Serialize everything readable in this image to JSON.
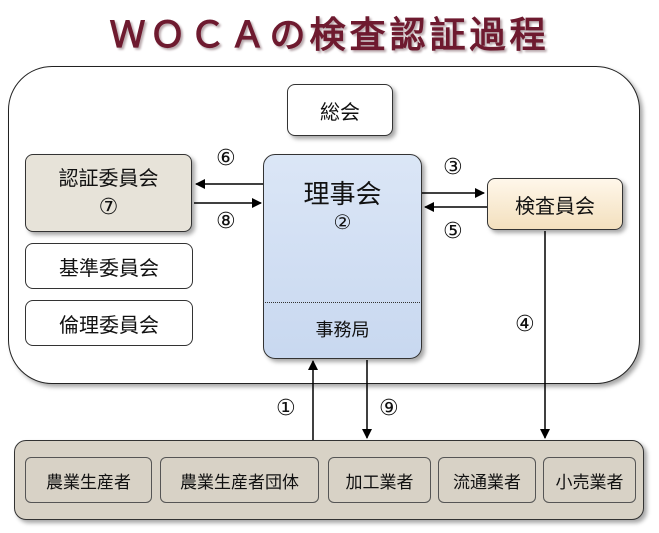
{
  "title": "ＷＯＣＡの検査認証過程",
  "organization": {
    "soukai": "総会",
    "nintei_iinkai": {
      "label": "認証委員会",
      "number": "⑦"
    },
    "kijun_iinkai": "基準委員会",
    "rinri_iinkai": "倫理委員会",
    "rijikai": {
      "label": "理事会",
      "number": "②",
      "sub": "事務局"
    },
    "kensa_iinkai": "検査員会"
  },
  "flow_numbers": {
    "n1": "①",
    "n3": "③",
    "n4": "④",
    "n5": "⑤",
    "n6": "⑥",
    "n8": "⑧",
    "n9": "⑨"
  },
  "members": [
    "農業生産者",
    "農業生産者団体",
    "加工業者",
    "流通業者",
    "小売業者"
  ]
}
